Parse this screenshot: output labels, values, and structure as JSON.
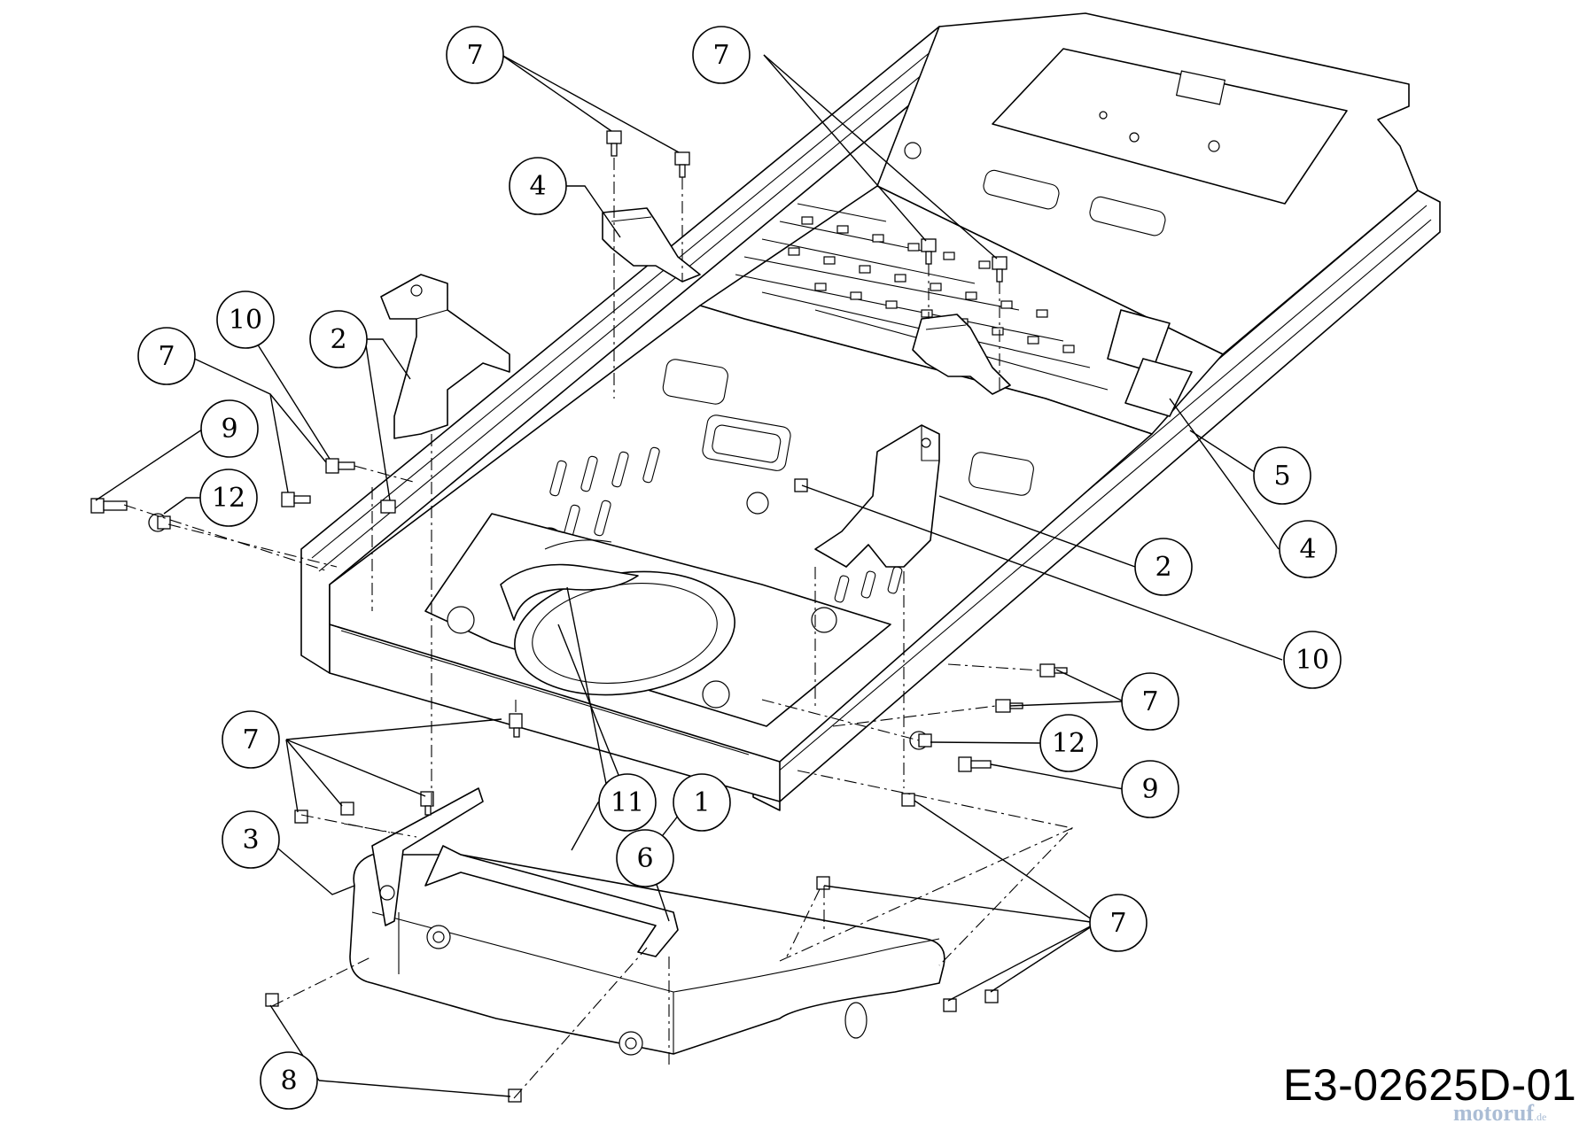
{
  "diagram": {
    "drawing_code": "E3-02625D-01",
    "watermark": {
      "brand": "motoruf",
      "tld": ".de"
    },
    "callouts": [
      {
        "label": "7"
      },
      {
        "label": "7"
      },
      {
        "label": "4"
      },
      {
        "label": "2"
      },
      {
        "label": "10"
      },
      {
        "label": "7"
      },
      {
        "label": "9"
      },
      {
        "label": "12"
      },
      {
        "label": "5"
      },
      {
        "label": "4"
      },
      {
        "label": "2"
      },
      {
        "label": "10"
      },
      {
        "label": "7"
      },
      {
        "label": "12"
      },
      {
        "label": "9"
      },
      {
        "label": "7"
      },
      {
        "label": "11"
      },
      {
        "label": "1"
      },
      {
        "label": "3"
      },
      {
        "label": "6"
      },
      {
        "label": "7"
      },
      {
        "label": "8"
      }
    ]
  }
}
